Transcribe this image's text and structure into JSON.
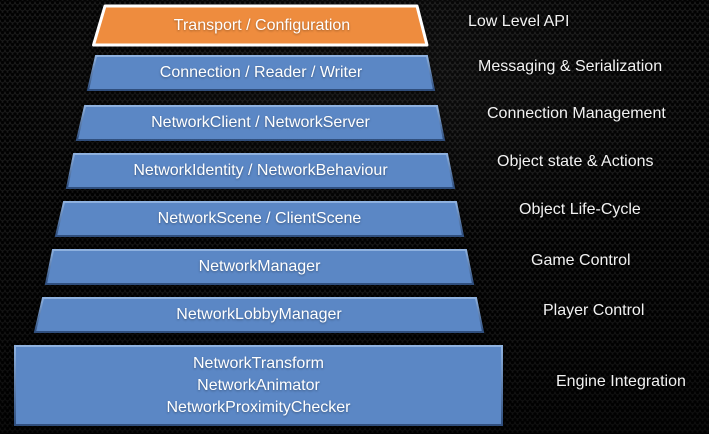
{
  "diagram": {
    "type": "layered-architecture-stack",
    "layers": [
      {
        "box": "Transport / Configuration",
        "side": "Low Level API",
        "highlight": true
      },
      {
        "box": "Connection / Reader / Writer",
        "side": "Messaging & Serialization"
      },
      {
        "box": "NetworkClient / NetworkServer",
        "side": "Connection Management"
      },
      {
        "box": "NetworkIdentity / NetworkBehaviour",
        "side": "Object state & Actions"
      },
      {
        "box": "NetworkScene / ClientScene",
        "side": "Object Life-Cycle"
      },
      {
        "box": "NetworkManager",
        "side": "Game Control"
      },
      {
        "box": "NetworkLobbyManager",
        "side": "Player Control"
      },
      {
        "box_lines": [
          "NetworkTransform",
          "NetworkAnimator",
          "NetworkProximityChecker"
        ],
        "side": "Engine Integration"
      }
    ],
    "colors": {
      "highlight_fill": "#EE8C3E",
      "highlight_border": "#FFFFFF",
      "layer_fill": "#5B87C5",
      "layer_edge_light": "#8FB2E0",
      "layer_edge_dark": "#2F4E7D",
      "background": "#141414",
      "text": "#FFFFFF"
    }
  }
}
